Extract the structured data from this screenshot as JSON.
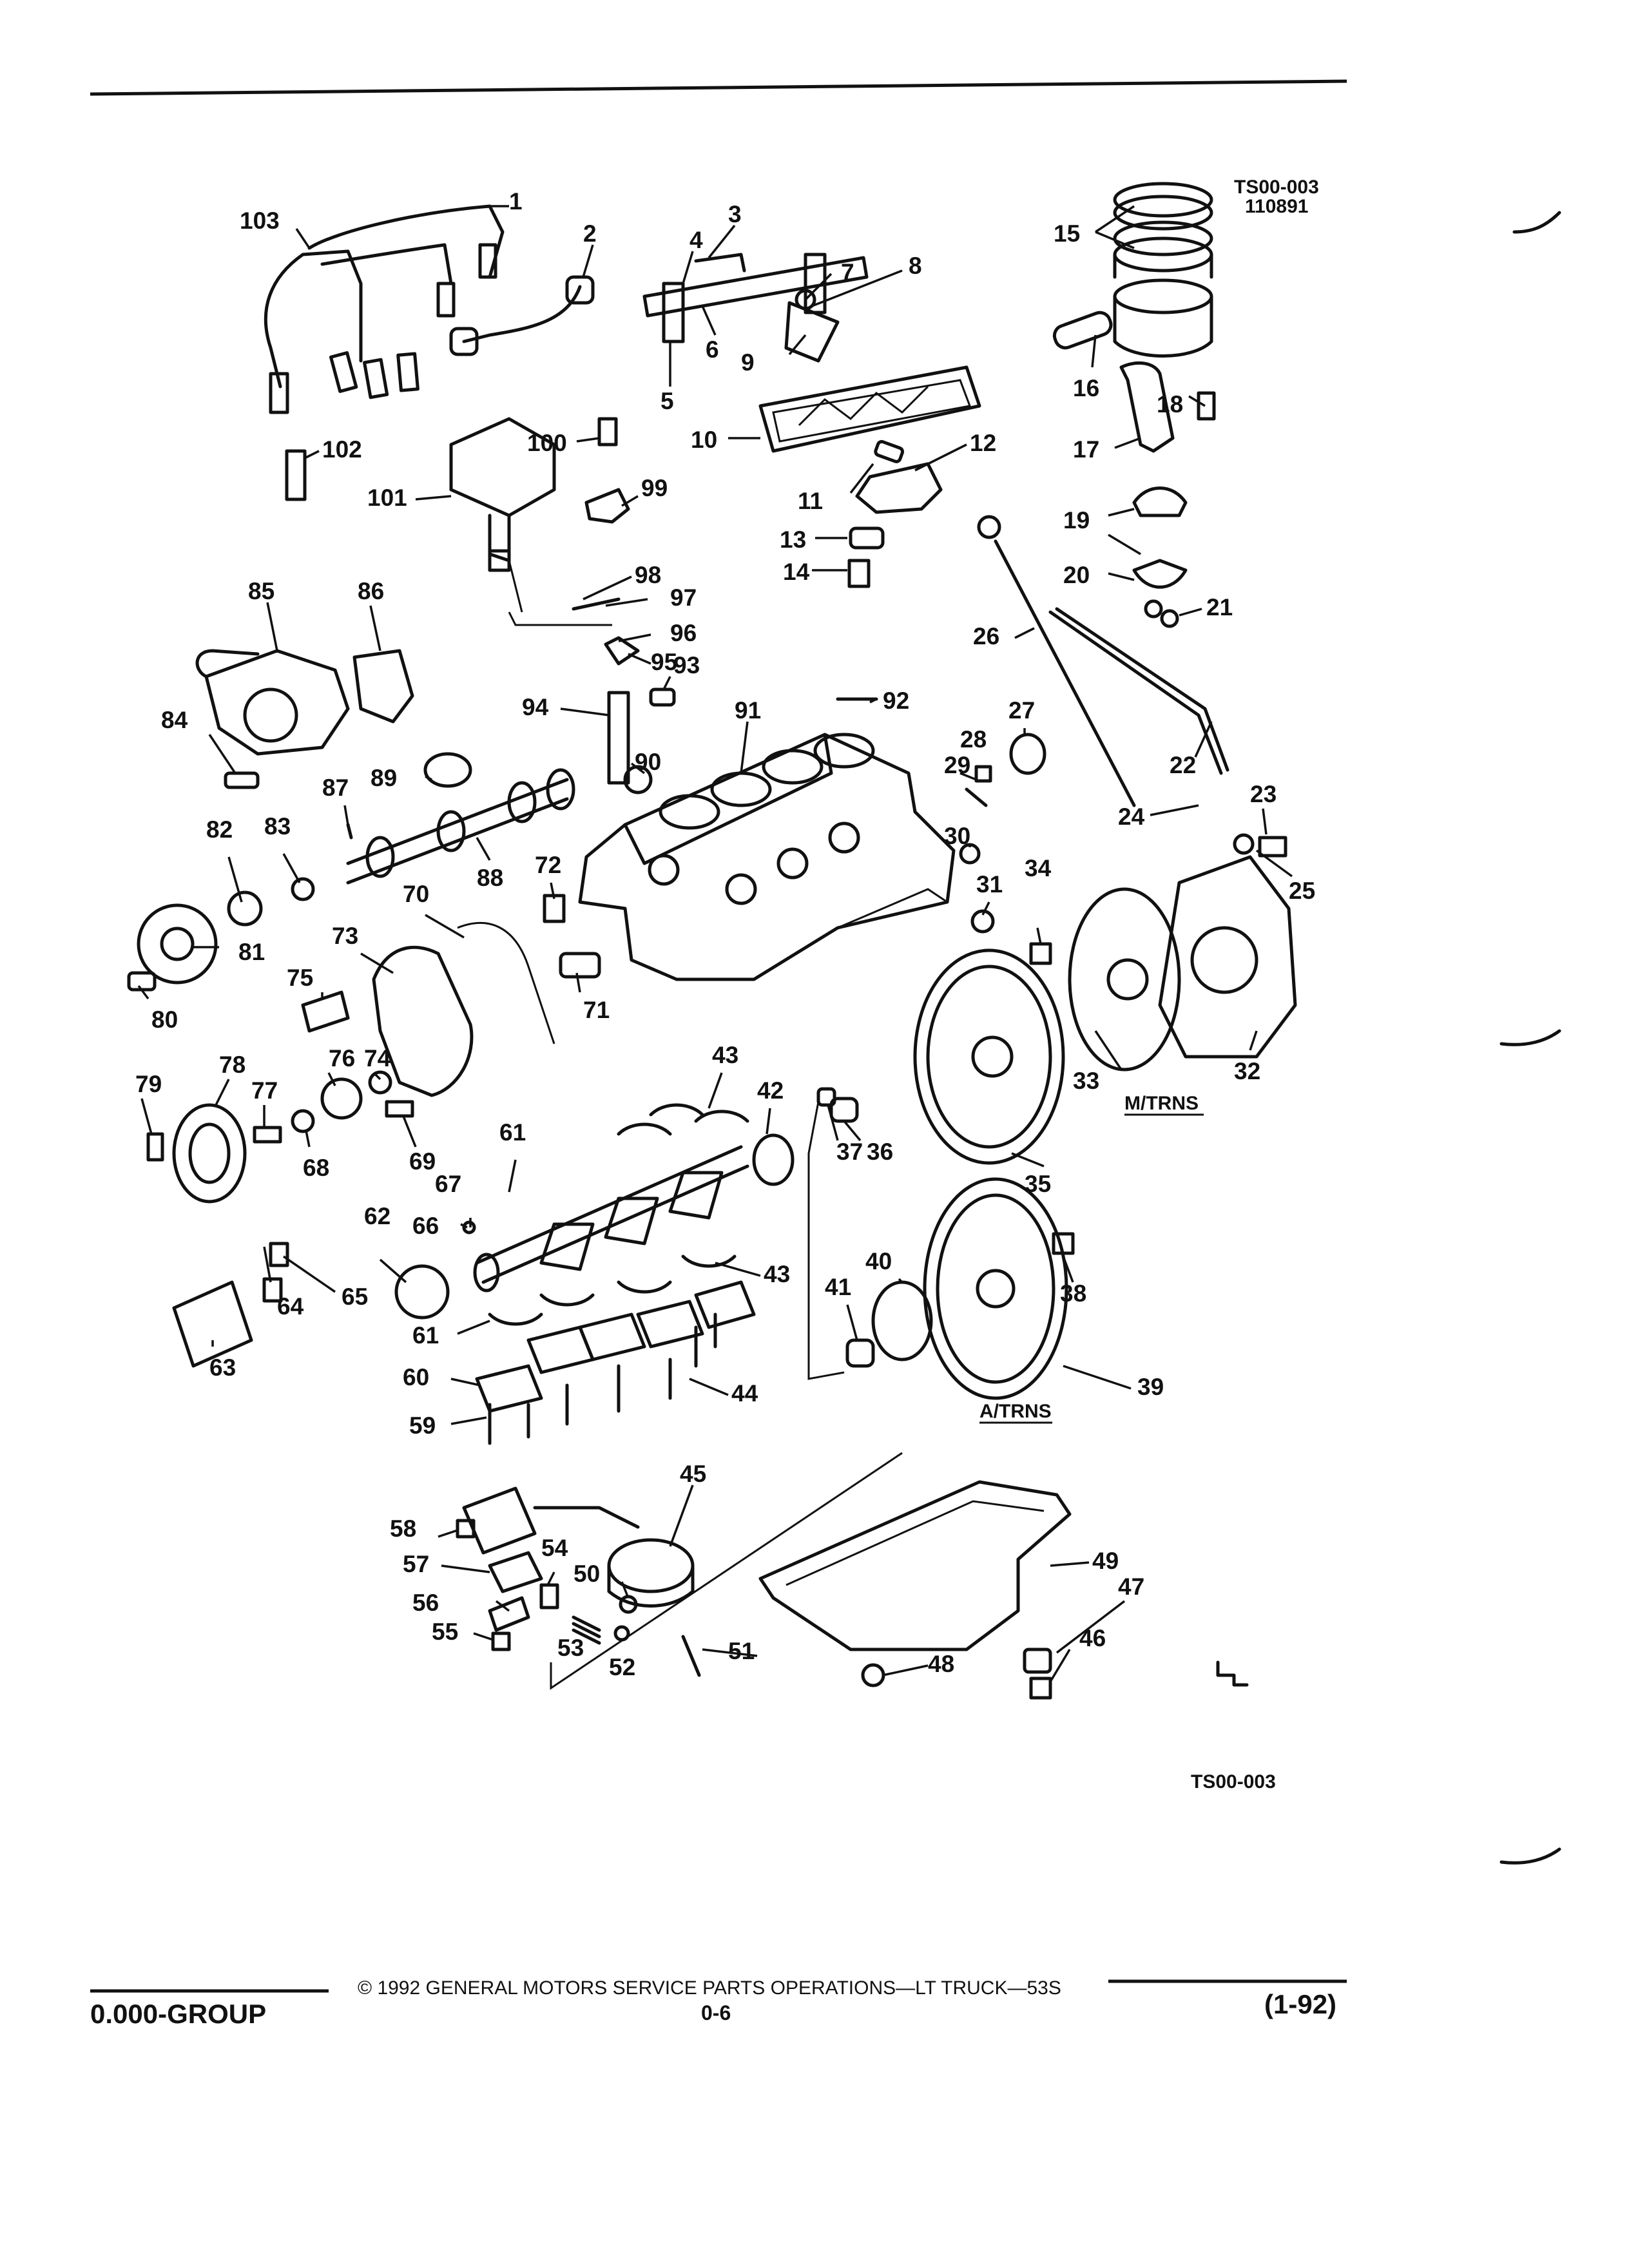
{
  "diagram": {
    "code_top": "TS00-003",
    "date_code": "110891",
    "code_bottom": "TS00-003",
    "transmission_labels": {
      "manual": "M/TRNS",
      "automatic": "A/TRNS"
    },
    "callouts": [
      "1",
      "2",
      "3",
      "4",
      "5",
      "6",
      "7",
      "8",
      "9",
      "10",
      "11",
      "12",
      "13",
      "14",
      "15",
      "16",
      "17",
      "18",
      "19",
      "20",
      "21",
      "22",
      "23",
      "24",
      "25",
      "26",
      "27",
      "28",
      "29",
      "30",
      "31",
      "32",
      "33",
      "34",
      "35",
      "36",
      "37",
      "38",
      "39",
      "40",
      "41",
      "42",
      "43",
      "43",
      "44",
      "45",
      "46",
      "47",
      "48",
      "49",
      "50",
      "51",
      "52",
      "53",
      "54",
      "55",
      "56",
      "57",
      "58",
      "59",
      "60",
      "61",
      "61",
      "62",
      "63",
      "64",
      "65",
      "66",
      "67",
      "68",
      "69",
      "70",
      "71",
      "72",
      "73",
      "74",
      "75",
      "76",
      "77",
      "78",
      "79",
      "80",
      "81",
      "82",
      "83",
      "84",
      "85",
      "86",
      "87",
      "88",
      "89",
      "90",
      "91",
      "92",
      "93",
      "94",
      "95",
      "96",
      "97",
      "98",
      "99",
      "100",
      "101",
      "102",
      "103"
    ]
  },
  "footer": {
    "copyright_line": "© 1992 GENERAL MOTORS SERVICE PARTS OPERATIONS—LT TRUCK—53S",
    "group": "0.000-GROUP",
    "page_number": "0-6",
    "revision": "(1-92)"
  },
  "colors": {
    "ink": "#111111",
    "paper": "#ffffff"
  }
}
